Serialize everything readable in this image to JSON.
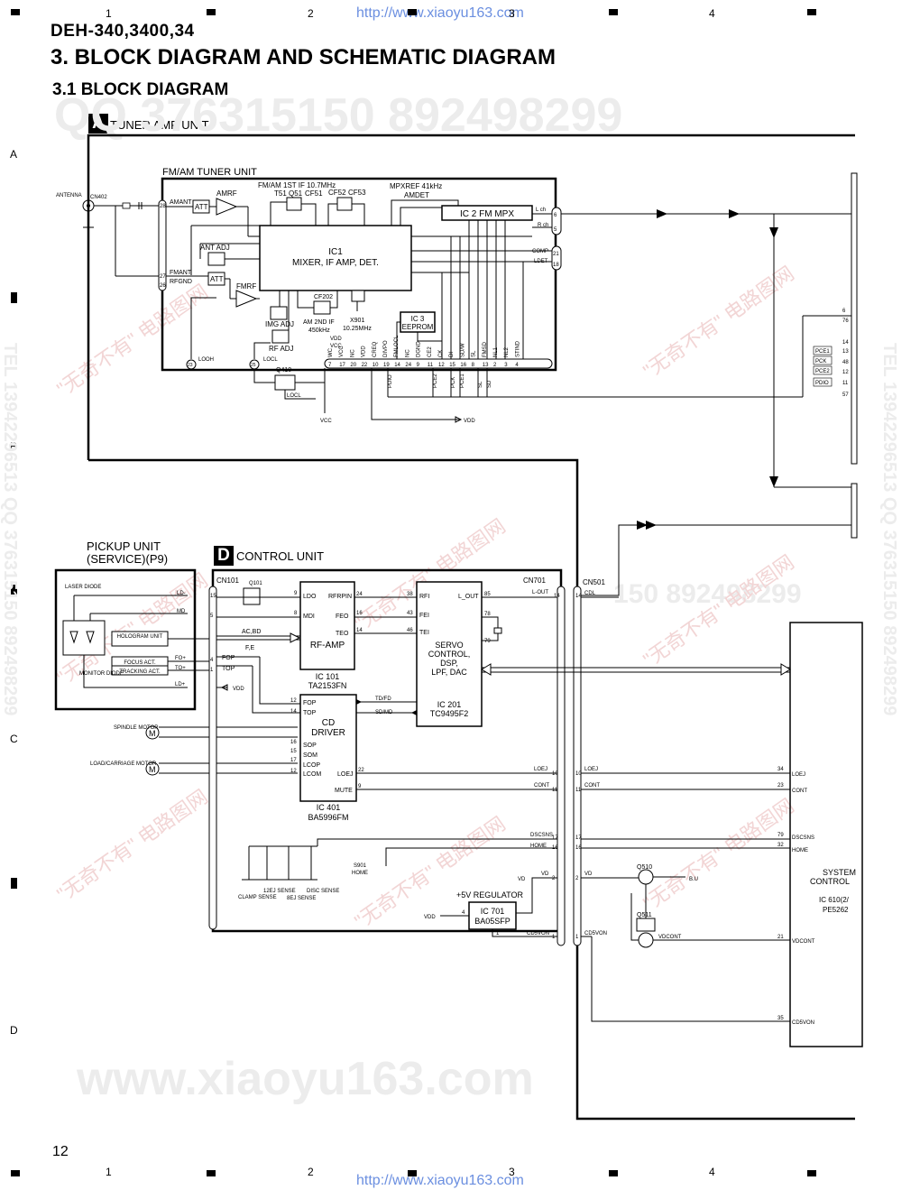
{
  "header": {
    "url_top": "http://www.xiaoyu163.com",
    "url_bottom": "http://www.xiaoyu163.com",
    "model": "DEH-340,3400,34",
    "title": "3. BLOCK DIAGRAM AND SCHEMATIC DIAGRAM",
    "subtitle": "3.1 BLOCK DIAGRAM",
    "columns": [
      "1",
      "2",
      "3",
      "4"
    ],
    "rows": [
      "A",
      "B",
      "C",
      "D"
    ],
    "page_number": "12"
  },
  "watermarks": {
    "qq": "QQ 376315150  892498299",
    "site": "www.xiaoyu163.com",
    "cn": "\"无奇不有\" 电路图网",
    "side": "TEL 13942296513  QQ 376315150  892498299",
    "mid": "150  892498299"
  },
  "units": {
    "tuner_amp": {
      "badge": "A",
      "label": "TUNER AMP UNIT"
    },
    "control": {
      "badge": "D",
      "label": "CONTROL UNIT"
    },
    "pickup": {
      "line1": "PICKUP UNIT",
      "line2": "(SERVICE)(P9)"
    },
    "fm_am_tuner": "FM/AM TUNER UNIT"
  },
  "tuner": {
    "antenna": "ANTENNA",
    "cn402": "CN402",
    "amant": "AMANT",
    "fmant": "FMANT",
    "rfgnd": "RFGND",
    "amrf": "AMRF",
    "fmrf": "FMRF",
    "att1": "ATT",
    "att2": "ATT",
    "ant_adj": "ANT ADJ",
    "img_adj": "IMG ADJ",
    "rf_adj": "RF ADJ",
    "if_label": "FM/AM 1ST IF 10.7MHz",
    "t51": "T51",
    "q51": "Q51",
    "cf51": "CF51",
    "cf52": "CF52",
    "cf53": "CF53",
    "mpxref": "MPXREF 41kHz",
    "amdet": "AMDET",
    "ic2": "IC 2 FM MPX",
    "lch": "L ch",
    "rch": "R ch",
    "comp": "COMP",
    "ldet": "LDET",
    "ic1_line1": "IC1",
    "ic1_line2": "MIXER, IF AMP, DET.",
    "cf202": "CF202",
    "am2nd_line1": "AM 2ND IF",
    "am2nd_line2": "450kHz",
    "x901_line1": "X901",
    "x901_line2": "10.25MHz",
    "ic3_line1": "IC 3",
    "ic3_line2": "EEPROM",
    "vdd": "VDD",
    "vcc": "VCC",
    "looh": "LOOH",
    "locl": "LOCL",
    "q410": "Q410",
    "vcc_bottom": "VCC",
    "vdd_bottom": "VDD",
    "pin_labels": [
      "WC",
      "VCC",
      "NC",
      "VDD",
      "CREQ",
      "DIVPO",
      "FMLOCL",
      "NC",
      "DGND",
      "CE2",
      "CK",
      "DI",
      "SD/W",
      "SL",
      "FMSD",
      "NL1",
      "NL2",
      "STIND"
    ],
    "pin_numbers": [
      "7",
      "17",
      "20",
      "22",
      "10",
      "19",
      "14",
      "24",
      "9",
      "11",
      "12",
      "15",
      "16",
      "8",
      "13",
      "2",
      "3",
      "4"
    ],
    "bus_labels": [
      "PDIO",
      "PCE2",
      "PCK",
      "PCE1",
      "SL",
      "SD"
    ],
    "right_pins": [
      "6",
      "76",
      "14",
      "13",
      "48",
      "12",
      "11",
      "57"
    ],
    "right_labels": [
      "PCE1",
      "PCK",
      "PCE2",
      "PDIO"
    ],
    "pin28": "28",
    "pin27": "27",
    "pin26": "26",
    "pin23": "23",
    "pin25": "25",
    "pin6": "6",
    "pin5": "5",
    "pin21": "21",
    "pin18": "18"
  },
  "pickup": {
    "laser": "LASER DIODE",
    "hologram": "HOLOGRAM UNIT",
    "focus": "FOCUS ACT.",
    "tracking": "TRACKING ACT.",
    "monitor": "MONITOR DIODE",
    "ld_minus": "LD-",
    "md": "MD",
    "fo_plus": "FO+",
    "to_plus": "TO+",
    "ld_plus": "LD+",
    "spindle": "SPINDLE MOTOR",
    "load": "LOAD/CARRIAGE MOTOR"
  },
  "control": {
    "cn101": "CN101",
    "q101": "Q101",
    "cn701": "CN701",
    "cn501": "CN501",
    "ic101_name": "RF-AMP",
    "ic101_line1": "IC 101",
    "ic101_line2": "TA2153FN",
    "ic201_name": "SERVO CONTROL, DSP, LPF, DAC",
    "ic201_line1": "IC 201",
    "ic201_line2": "TC9495F2",
    "ic401_name": "CD DRIVER",
    "ic401_line1": "IC 401",
    "ic401_line2": "BA5996FM",
    "ic701_line1": "IC 701",
    "ic701_line2": "BA05SFP",
    "regulator": "+5V REGULATOR",
    "ldo": "LDO",
    "mdi": "MDI",
    "rfrpin": "RFRPIN",
    "feo": "FEO",
    "teo": "TEO",
    "rfi": "RFI",
    "fei": "FEI",
    "tei": "TEI",
    "l_out": "L_OUT",
    "acbd": "AC,BD",
    "fe": "F,E",
    "fop": "FOP",
    "top": "TOP",
    "td_fd": "TD/FD",
    "sd_md": "SD/MD",
    "sop": "SOP",
    "som": "SOM",
    "lcop": "LCOP",
    "lcom": "LCOM",
    "loej": "LOEJ",
    "mute": "MUTE",
    "cont": "CONT",
    "dscsns": "DSCSNS",
    "home": "HOME",
    "vd": "VD",
    "cd5von": "CD5VON",
    "vdd": "VDD",
    "cdl": "CDL",
    "lout_cn": "L-OUT",
    "s901": "S901",
    "s901_home": "HOME",
    "clamp": "CLAMP SENSE",
    "ej12": "12EJ SENSE",
    "ej8": "8EJ SENSE",
    "disc": "DISC SENSE",
    "q510": "Q510",
    "q511": "Q511",
    "bu": "B.U",
    "vdcont": "VDCONT",
    "system_line1": "SYSTEM",
    "system_line2": "CONTROL",
    "system_line3": "IC 610(2/",
    "system_line4": "PE5262",
    "pins": {
      "p9": "9",
      "p8": "8",
      "p24": "24",
      "p16": "16",
      "p14": "14",
      "p38": "38",
      "p43": "43",
      "p46": "46",
      "p85": "85",
      "p78": "78",
      "p79": "79",
      "p15": "15",
      "p5": "5",
      "p4": "4",
      "p1": "1",
      "p12": "12",
      "p17": "17",
      "p22": "22",
      "p10": "10",
      "p11": "11",
      "p2": "2",
      "p34": "34",
      "p23": "23",
      "p79b": "79",
      "p32": "32",
      "p21": "21",
      "p35": "35"
    }
  }
}
